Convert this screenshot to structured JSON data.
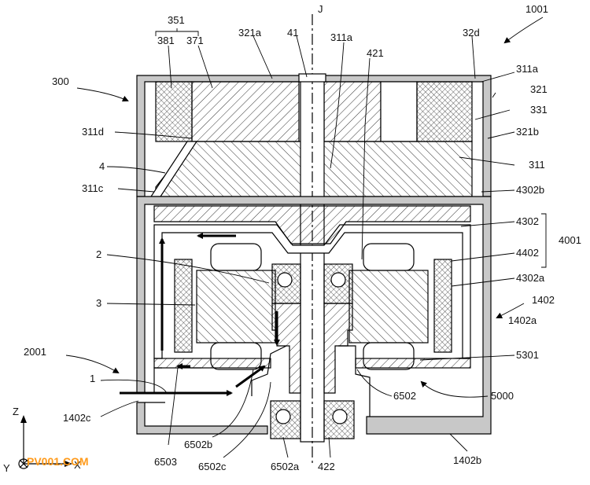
{
  "labels": {
    "l351": "351",
    "l381": "381",
    "l371": "371",
    "l321a": "321a",
    "l41": "41",
    "lJ": "J",
    "l311a_top": "311a",
    "l421": "421",
    "l32d": "32d",
    "l1001": "1001",
    "l300": "300",
    "l311a_r": "311a",
    "l321": "321",
    "l331": "331",
    "l311d": "311d",
    "l321b": "321b",
    "l4": "4",
    "l311": "311",
    "l311c": "311c",
    "l4302b": "4302b",
    "l4302": "4302",
    "l4001": "4001",
    "l2": "2",
    "l4402": "4402",
    "l4302a": "4302a",
    "l3": "3",
    "l1402": "1402",
    "l1402a": "1402a",
    "l2001": "2001",
    "l5301": "5301",
    "l1": "1",
    "l6502": "6502",
    "l5000": "5000",
    "l1402c": "1402c",
    "lZ": "Z",
    "l6502b": "6502b",
    "l6503": "6503",
    "l6502c": "6502c",
    "l6502a": "6502a",
    "l422": "422",
    "l1402b": "1402b",
    "lY": "Y",
    "lX": "X"
  },
  "watermark": "PV001.COM",
  "colors": {
    "line": "#000000",
    "wall_fill": "#c8c8c8",
    "watermark": "#ff9a1a"
  }
}
